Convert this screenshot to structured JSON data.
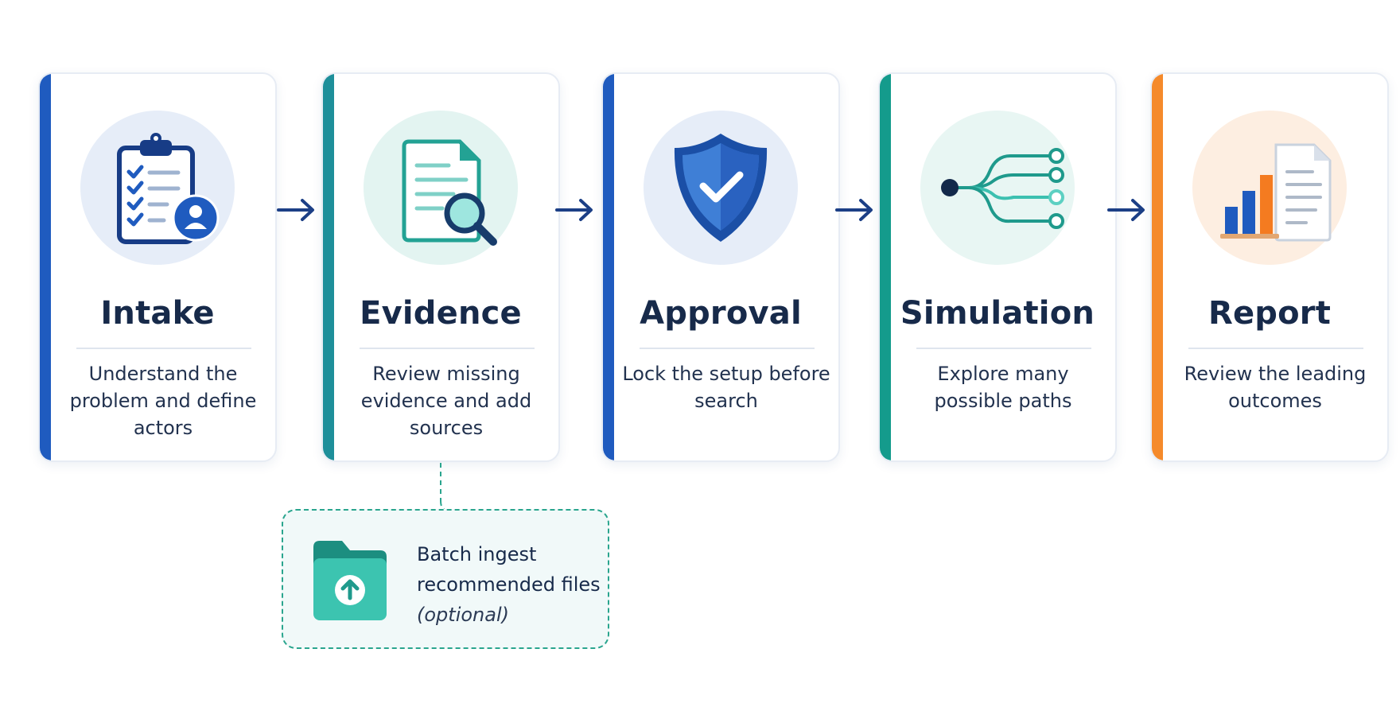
{
  "steps": [
    {
      "title": "Intake",
      "desc": "Understand the problem and define actors",
      "icon": "clipboard-user-icon",
      "accent": "#1f5bbf"
    },
    {
      "title": "Evidence",
      "desc": "Review missing evidence and add sources",
      "icon": "document-search-icon",
      "accent": "#1e8f9a"
    },
    {
      "title": "Approval",
      "desc": "Lock the setup before search",
      "icon": "shield-check-icon",
      "accent": "#1f5bbf"
    },
    {
      "title": "Simulation",
      "desc": "Explore many possible paths",
      "icon": "branching-paths-icon",
      "accent": "#149b8c"
    },
    {
      "title": "Report",
      "desc": "Review the leading outcomes",
      "icon": "report-chart-icon",
      "accent": "#f58a2b"
    }
  ],
  "optional_step": {
    "line1": "Batch ingest",
    "line2": "recommended files",
    "note": "(optional)",
    "icon": "folder-upload-icon",
    "accent": "#2aa58e"
  },
  "colors": {
    "navy": "#172a4a",
    "arrow": "#1c3f86",
    "blue": "#1f5bbf",
    "teal": "#1e8f9a",
    "green_teal": "#149b8c",
    "orange": "#f58a2b"
  }
}
